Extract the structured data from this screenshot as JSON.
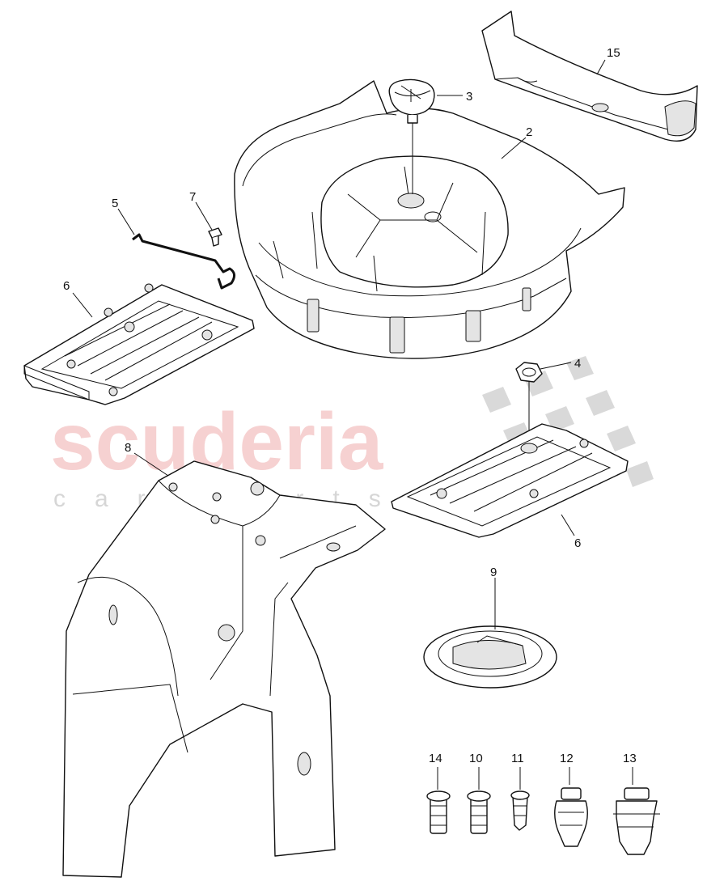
{
  "watermark": {
    "brand": "scuderia",
    "tagline": "car parts",
    "brand_color": "#f3c2c2",
    "flag_color": "#d0d0d0"
  },
  "callouts": {
    "c2": "2",
    "c3": "3",
    "c4": "4",
    "c5": "5",
    "c6a": "6",
    "c6b": "6",
    "c7": "7",
    "c8": "8",
    "c9": "9",
    "c10": "10",
    "c11": "11",
    "c12": "12",
    "c13": "13",
    "c14": "14",
    "c15": "15"
  }
}
